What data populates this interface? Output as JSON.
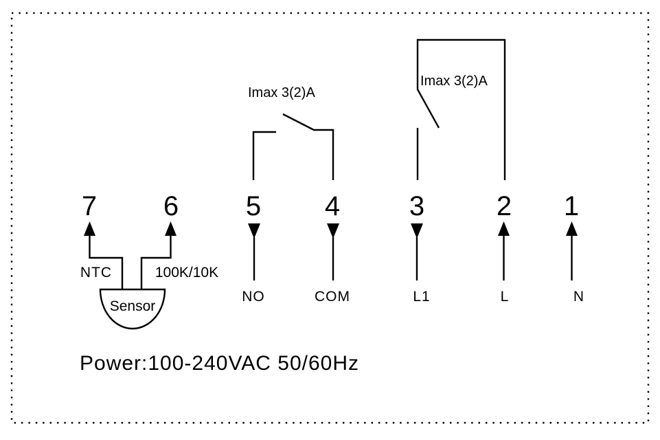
{
  "terminals": [
    {
      "number": "7",
      "label": "",
      "arrow": "up"
    },
    {
      "number": "6",
      "label": "",
      "arrow": "up"
    },
    {
      "number": "5",
      "label": "NO",
      "arrow": "down"
    },
    {
      "number": "4",
      "label": "COM",
      "arrow": "down"
    },
    {
      "number": "3",
      "label": "L1",
      "arrow": "down"
    },
    {
      "number": "2",
      "label": "L",
      "arrow": "up"
    },
    {
      "number": "1",
      "label": "N",
      "arrow": "up"
    }
  ],
  "sensor": {
    "label": "Sensor",
    "left_label": "NTC",
    "right_label": "100K/10K"
  },
  "relays": [
    {
      "rating": "Imax 3(2)A"
    },
    {
      "rating": "Imax 3(2)A"
    }
  ],
  "power": "Power:100-240VAC  50/60Hz"
}
